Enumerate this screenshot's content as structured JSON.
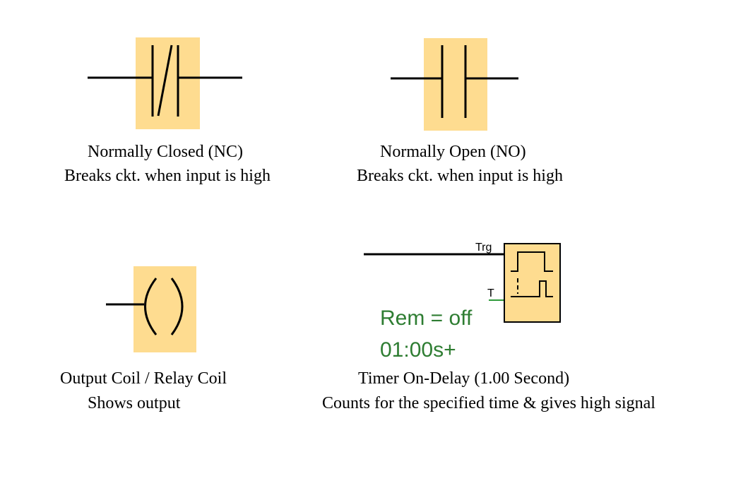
{
  "colors": {
    "symbol_fill": "#fedc90",
    "line": "#000000",
    "param_text": "#2e7d32",
    "t_input_line": "#2e9a3a"
  },
  "nc_contact": {
    "title": "Normally Closed (NC)",
    "description": "Breaks ckt. when input is high"
  },
  "no_contact": {
    "title": "Normally Open (NO)",
    "description": "Breaks ckt. when input is high"
  },
  "output_coil": {
    "title": "Output Coil / Relay Coil",
    "description": "Shows output"
  },
  "timer": {
    "trg_label": "Trg",
    "t_label": "T",
    "remanence": "Rem = off",
    "time_setting": "01:00s+",
    "title": "Timer On-Delay (1.00 Second)",
    "description": "Counts for the specified time & gives high signal"
  }
}
